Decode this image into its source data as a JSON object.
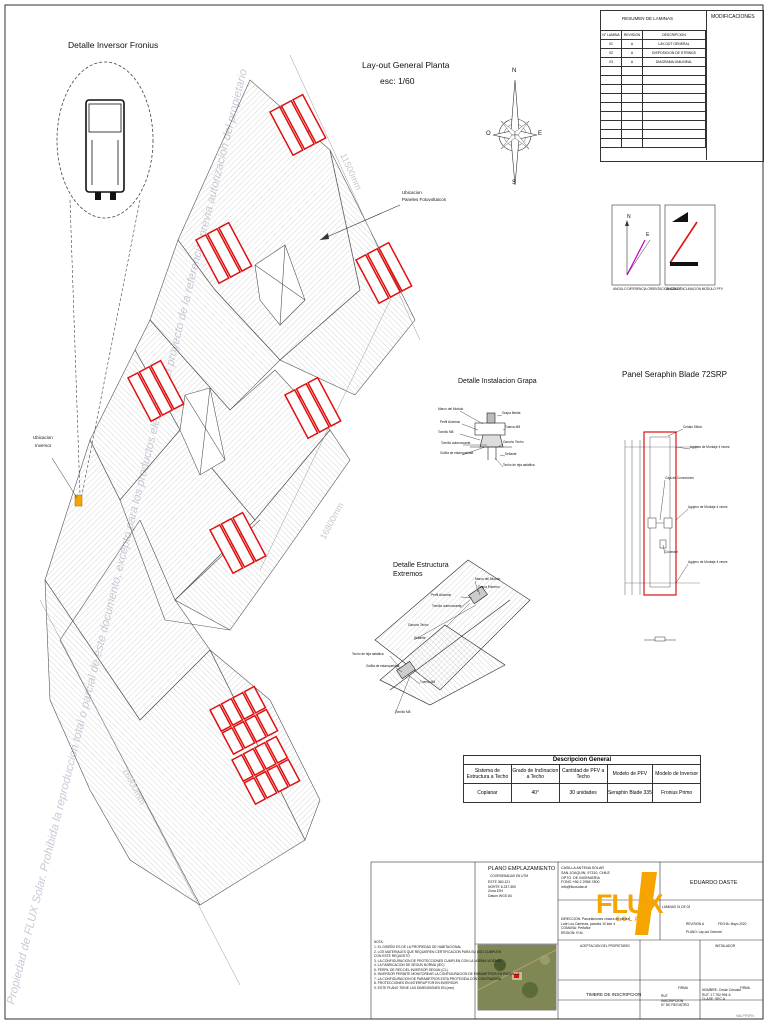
{
  "titles": {
    "inverter_detail": "Detalle Inversor Fronius",
    "layout_line1": "Lay-out General Planta",
    "layout_line2": "esc: 1/60",
    "clamp_detail": "Detalle Instalacion Grapa",
    "panel_detail": "Panel Seraphin Blade 72SRP",
    "structure_line1": "Detalle Estructura",
    "structure_line2": "Extremos"
  },
  "labels": {
    "pv_location_line1": "Ubicacion",
    "pv_location_line2": "Paneles Fotovoltaicos",
    "inverter_location_line1": "Ubicacion",
    "inverter_location_line2": "Inversor",
    "dim_top": "11500mm",
    "dim_mid": "16800mm",
    "dim_bottom": "16800mm",
    "compass": {
      "n": "N",
      "s": "S",
      "e": "E",
      "o": "O"
    },
    "watermark": "Propiedad de FLUX Solar. Prohibida la reproduccion total o parcial de este documento, excepto para los productos electricos del proyecto de la referencia, previa autorizacion del propietario"
  },
  "lamina_summary": {
    "title": "RESUMEN DE LAMINAS",
    "mods_title": "MODIFICACIONES",
    "headers": [
      "N° LAMINA",
      "REVISION",
      "DESCRIPCION"
    ],
    "rows": [
      [
        "01",
        "A",
        "LAY-OUT GENERAL"
      ],
      [
        "02",
        "A",
        "DISPOSICION DE STRINGS"
      ],
      [
        "03",
        "A",
        "DIAGRAMA UNILINEAL"
      ]
    ]
  },
  "angle_diagrams": {
    "azimuth_caption": "ANGULO DIFERENCIA ORIENTACION AZIMUT",
    "inclination_caption": "ANGULO INCLINACION MODULO PFV",
    "n_label": "N",
    "e_label": "E"
  },
  "clamp_callouts": [
    "Marco del Modulo",
    "Grapa Media",
    "Perfil Aluminio",
    "Tornillo M8",
    "Tuerca M8",
    "Tornillo autoroscante",
    "Gancho Techo",
    "Sellante",
    "Techo de teja asfaltica",
    "Golilla de estanqueidad"
  ],
  "structure_callouts": [
    "Marco del Modulo",
    "Grapa Extremo",
    "Perfil Aluminio",
    "Tornillo autoroscante",
    "Gancho Techo",
    "Sellante",
    "Techo de teja asfaltica",
    "Golilla de estanqueidad",
    "Tuerca M8",
    "Tornillo M8"
  ],
  "panel_callouts": [
    "Celdas Silicio",
    "Agujero de Montaje 4 veces",
    "Caja de Conexiones",
    "Agujero de Montaje 4 veces",
    "Conector",
    "Agujero de Montaje 4 veces"
  ],
  "general_description": {
    "title": "Descripcion General",
    "headers": [
      "Sistema de Estructura a Techo",
      "Grado de Inclinacion a Techo",
      "Cantidad de PFV a Techo",
      "Modelo de PFV",
      "Modelo de Inversor"
    ],
    "values": [
      "Coplanar",
      "40°",
      "30 unidades",
      "Seraphin Blade 335",
      "Fronius Primo"
    ]
  },
  "title_block": {
    "plan_title": "PLANO EMPLAZAMIENTO",
    "plan_subtitle": "COORDENADAS EN UTM",
    "coords": [
      "ESTE 360.121",
      "NORTE 6.247.350",
      "Zona 19H",
      "Datum WGS 84"
    ],
    "company_lines": [
      "CASILLA ANTENA SOLAR",
      "SAN JOAQUIN, 97310, CHILE",
      "OPTO. DE INGENIERIA",
      "FONO +56 2 2958 7800",
      "info@fluxsolar.cl"
    ],
    "brand": "FLUX",
    "brand_sub": "SOLAR",
    "owner_name": "EDUARDO DASTE",
    "sheet_code": "LAMINAS 01 DE 03",
    "revision": "REVISION A",
    "date": "FECHA: Mayo 2020",
    "address_lines": [
      "DIRECCION: Parcelaciones chacra de piedra",
      "Lote Los Carreras, parcela 10 lote 4",
      "COMUNA: Peñaflor",
      "REGION: R.M."
    ],
    "plan_name": "PLANO: Lay-out General",
    "owner_sig": "ACEPTACION DEL PROPIETARIO",
    "installer_sig": "INSTALADOR",
    "signature": "FIRMA",
    "notes_title": "NOTA:",
    "notes": [
      "1. EL DISEÑO ES DE LA PROPIEDAD DE HABITACIONAL",
      "2. LOS MATERIALES QUE REQUIEREN CERTIFICACION PARA SU USO CUMPLEN",
      "   CON ESTE REQUISITO",
      "3. LA CONFIGURACION DE PROTECCIONES CUMPLEN CON LA NORMA VIGENTE",
      "4. LA FABRICACION DE SEGUN NORMA (IEC)",
      "5. PERFIL DE RED DEL INVERSOR SEGUN (CL)",
      "6. INVERSOR PERMITE MONITOREAR LA CONFIGURACION DE PARAMETROS EN PANTALLA",
      "7. LA CONFIGURACION DE PARAMETROS ESTA PROTEGIDA CON CONTRASEÑA",
      "8. PROTECCIONES EN INTERRUPTOR EN INVERSOR",
      "9. ESTE PLANO TIENE LAS DIMENSIONES EN (mm)"
    ],
    "stamp": "TIMBRE DE INSCRIPCION",
    "rut_rows": [
      "RUT",
      "INSCRIPCION",
      "N° DE REGISTRO"
    ],
    "installer_rows": [
      "NOMBRE: Cesar Crisosto",
      "RUT: 17.752.994-6",
      "CLASE: SEC A"
    ],
    "footer_code": "VALPFVFN"
  },
  "colors": {
    "panel": "#e01010",
    "line": "#333333",
    "roof_hatch": "#9a9a9a",
    "brand_orange": "#f5a400",
    "magenta": "#c000c0"
  }
}
